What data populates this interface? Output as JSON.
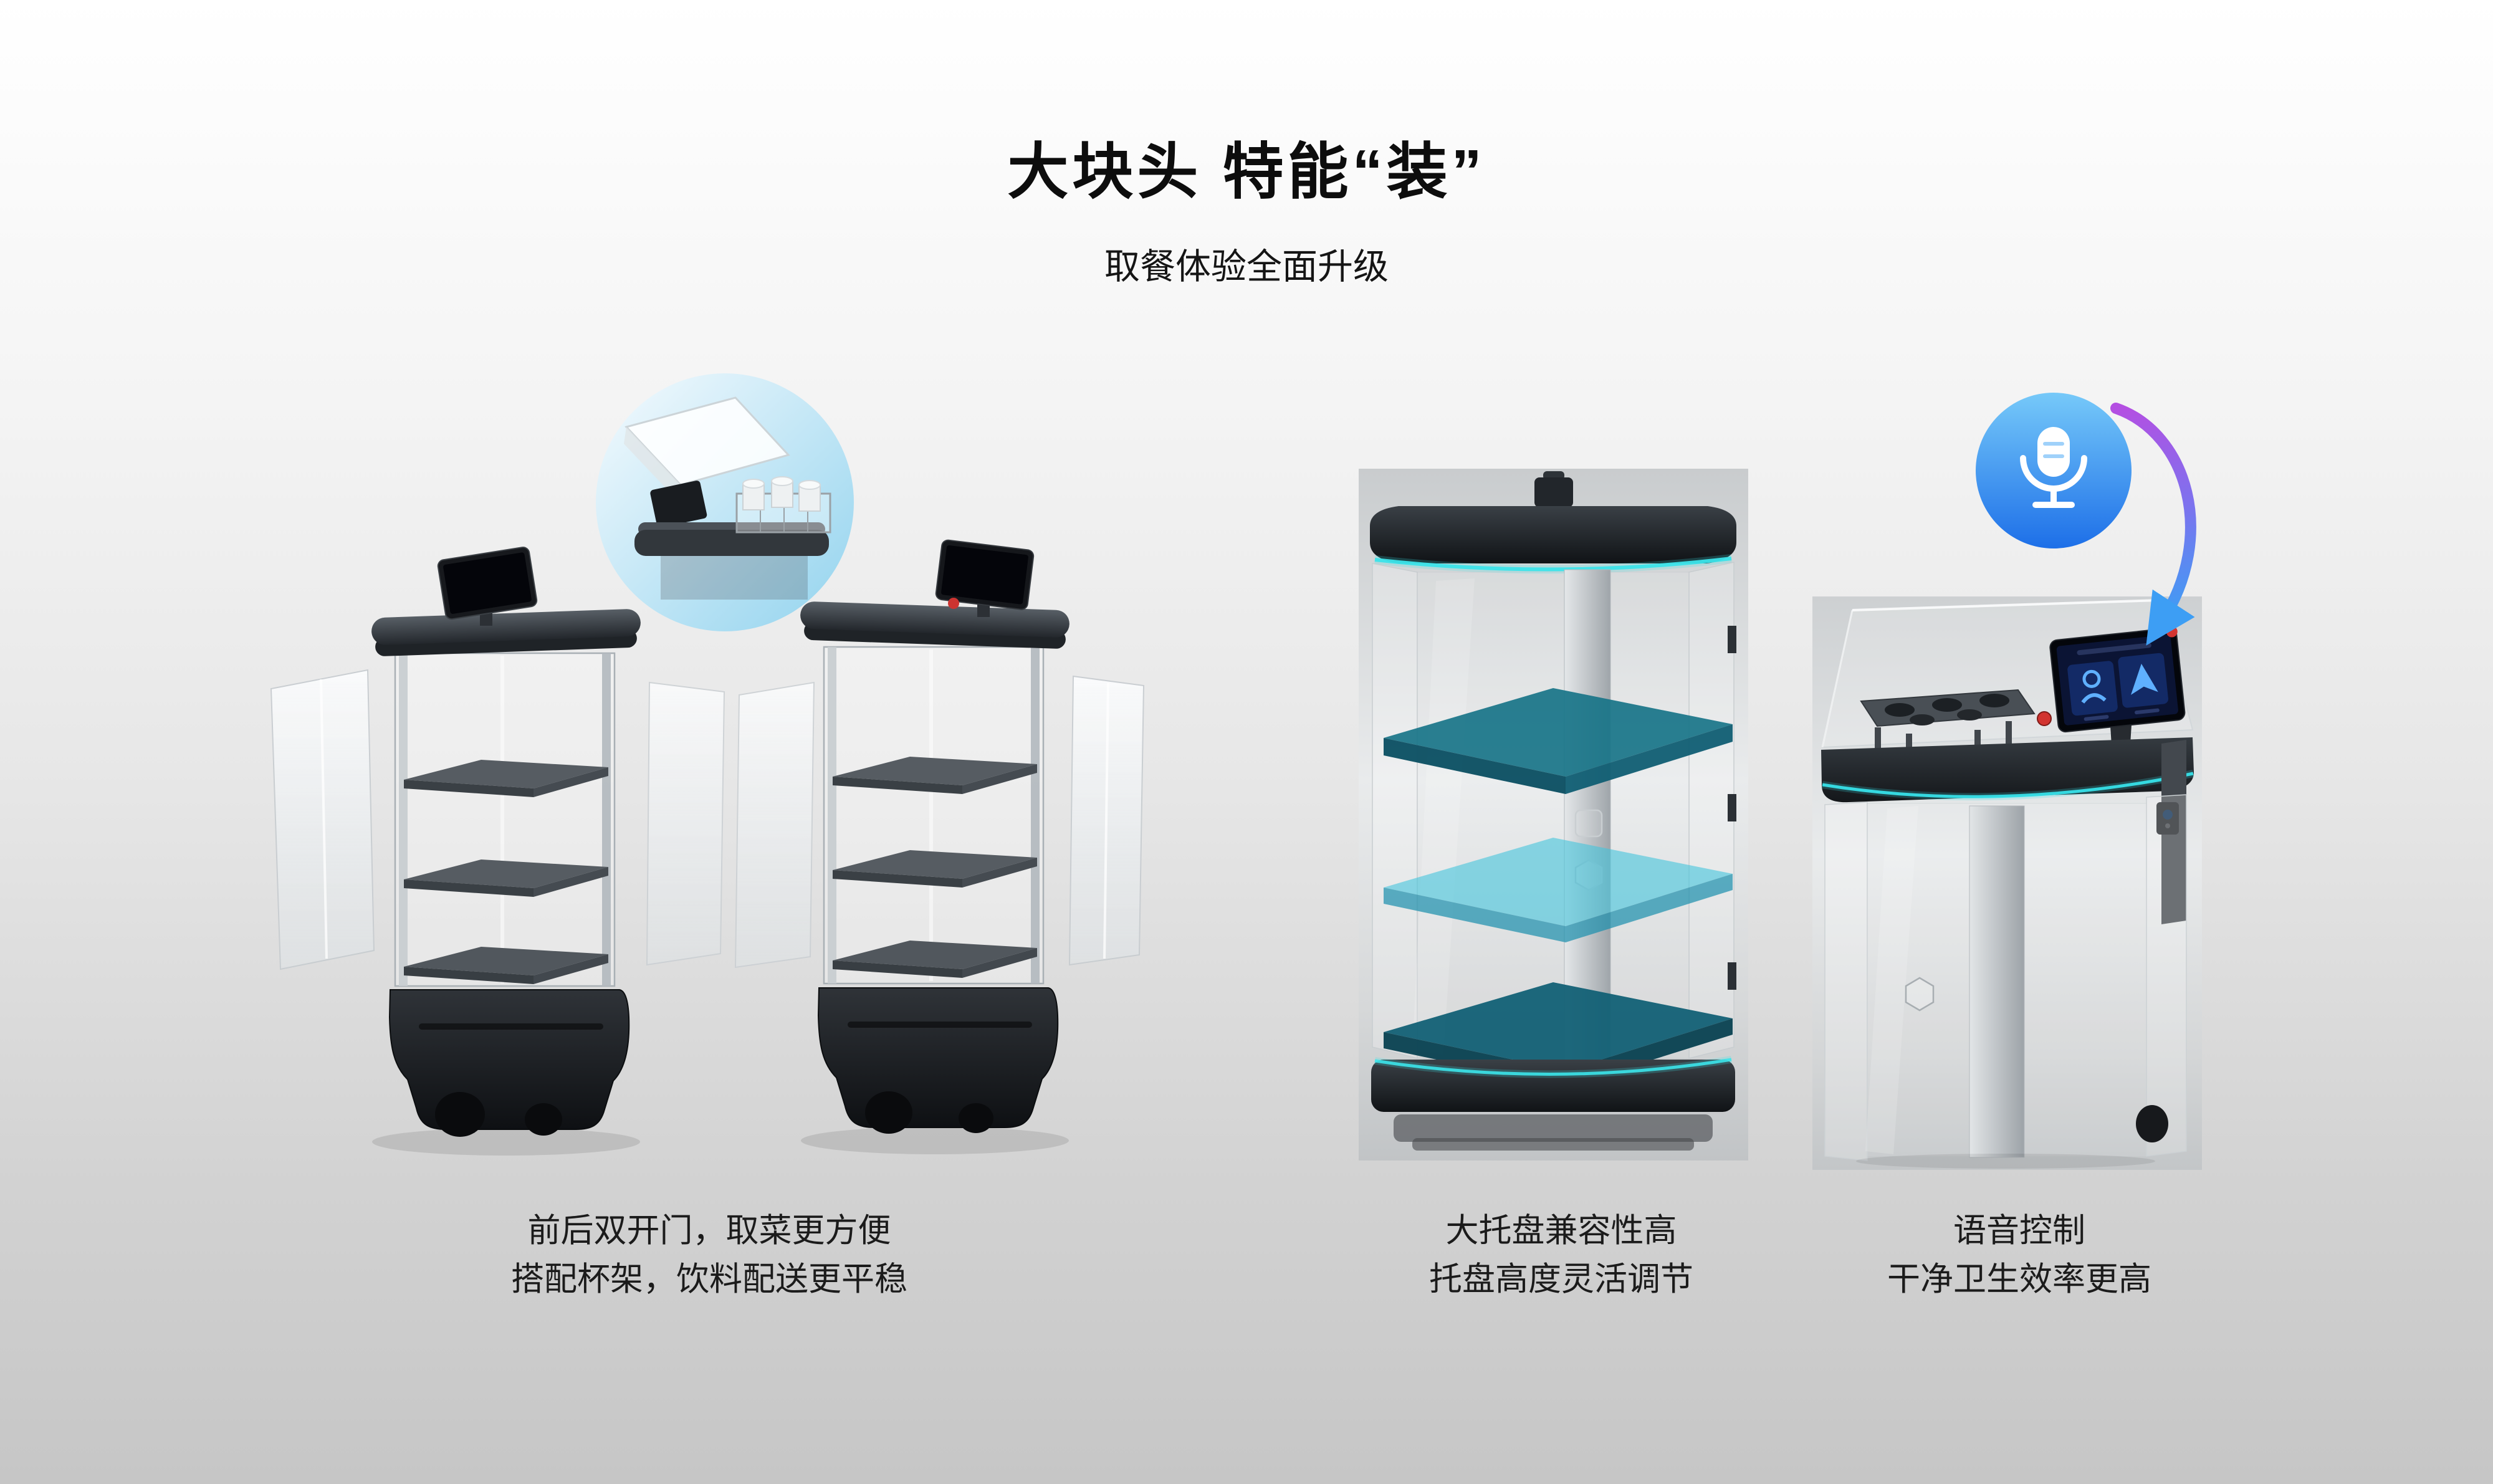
{
  "page": {
    "title": "大块头 特能“装”",
    "subtitle": "取餐体验全面升级"
  },
  "features": {
    "doors": {
      "caption_line1": "前后双开门，取菜更方便",
      "caption_line2": "搭配杯架，饮料配送更平稳"
    },
    "trays": {
      "caption_line1": "大托盘兼容性高",
      "caption_line2": "托盘高度灵活调节"
    },
    "voice": {
      "caption_line1": "语音控制",
      "caption_line2": "干净卫生效率更高"
    }
  },
  "icons": {
    "microphone": "microphone-icon",
    "curved_arrow": "curved-arrow-icon"
  },
  "colors": {
    "accent_cyan": "#3ce4ea",
    "tray_teal_dark": "#187488",
    "tray_cyan_light": "#42c4dc",
    "mic_blue_top": "#76c9f9",
    "mic_blue_bottom": "#1d6fe8",
    "arrow_purple": "#b44fe2",
    "arrow_blue": "#3d9ef4"
  }
}
